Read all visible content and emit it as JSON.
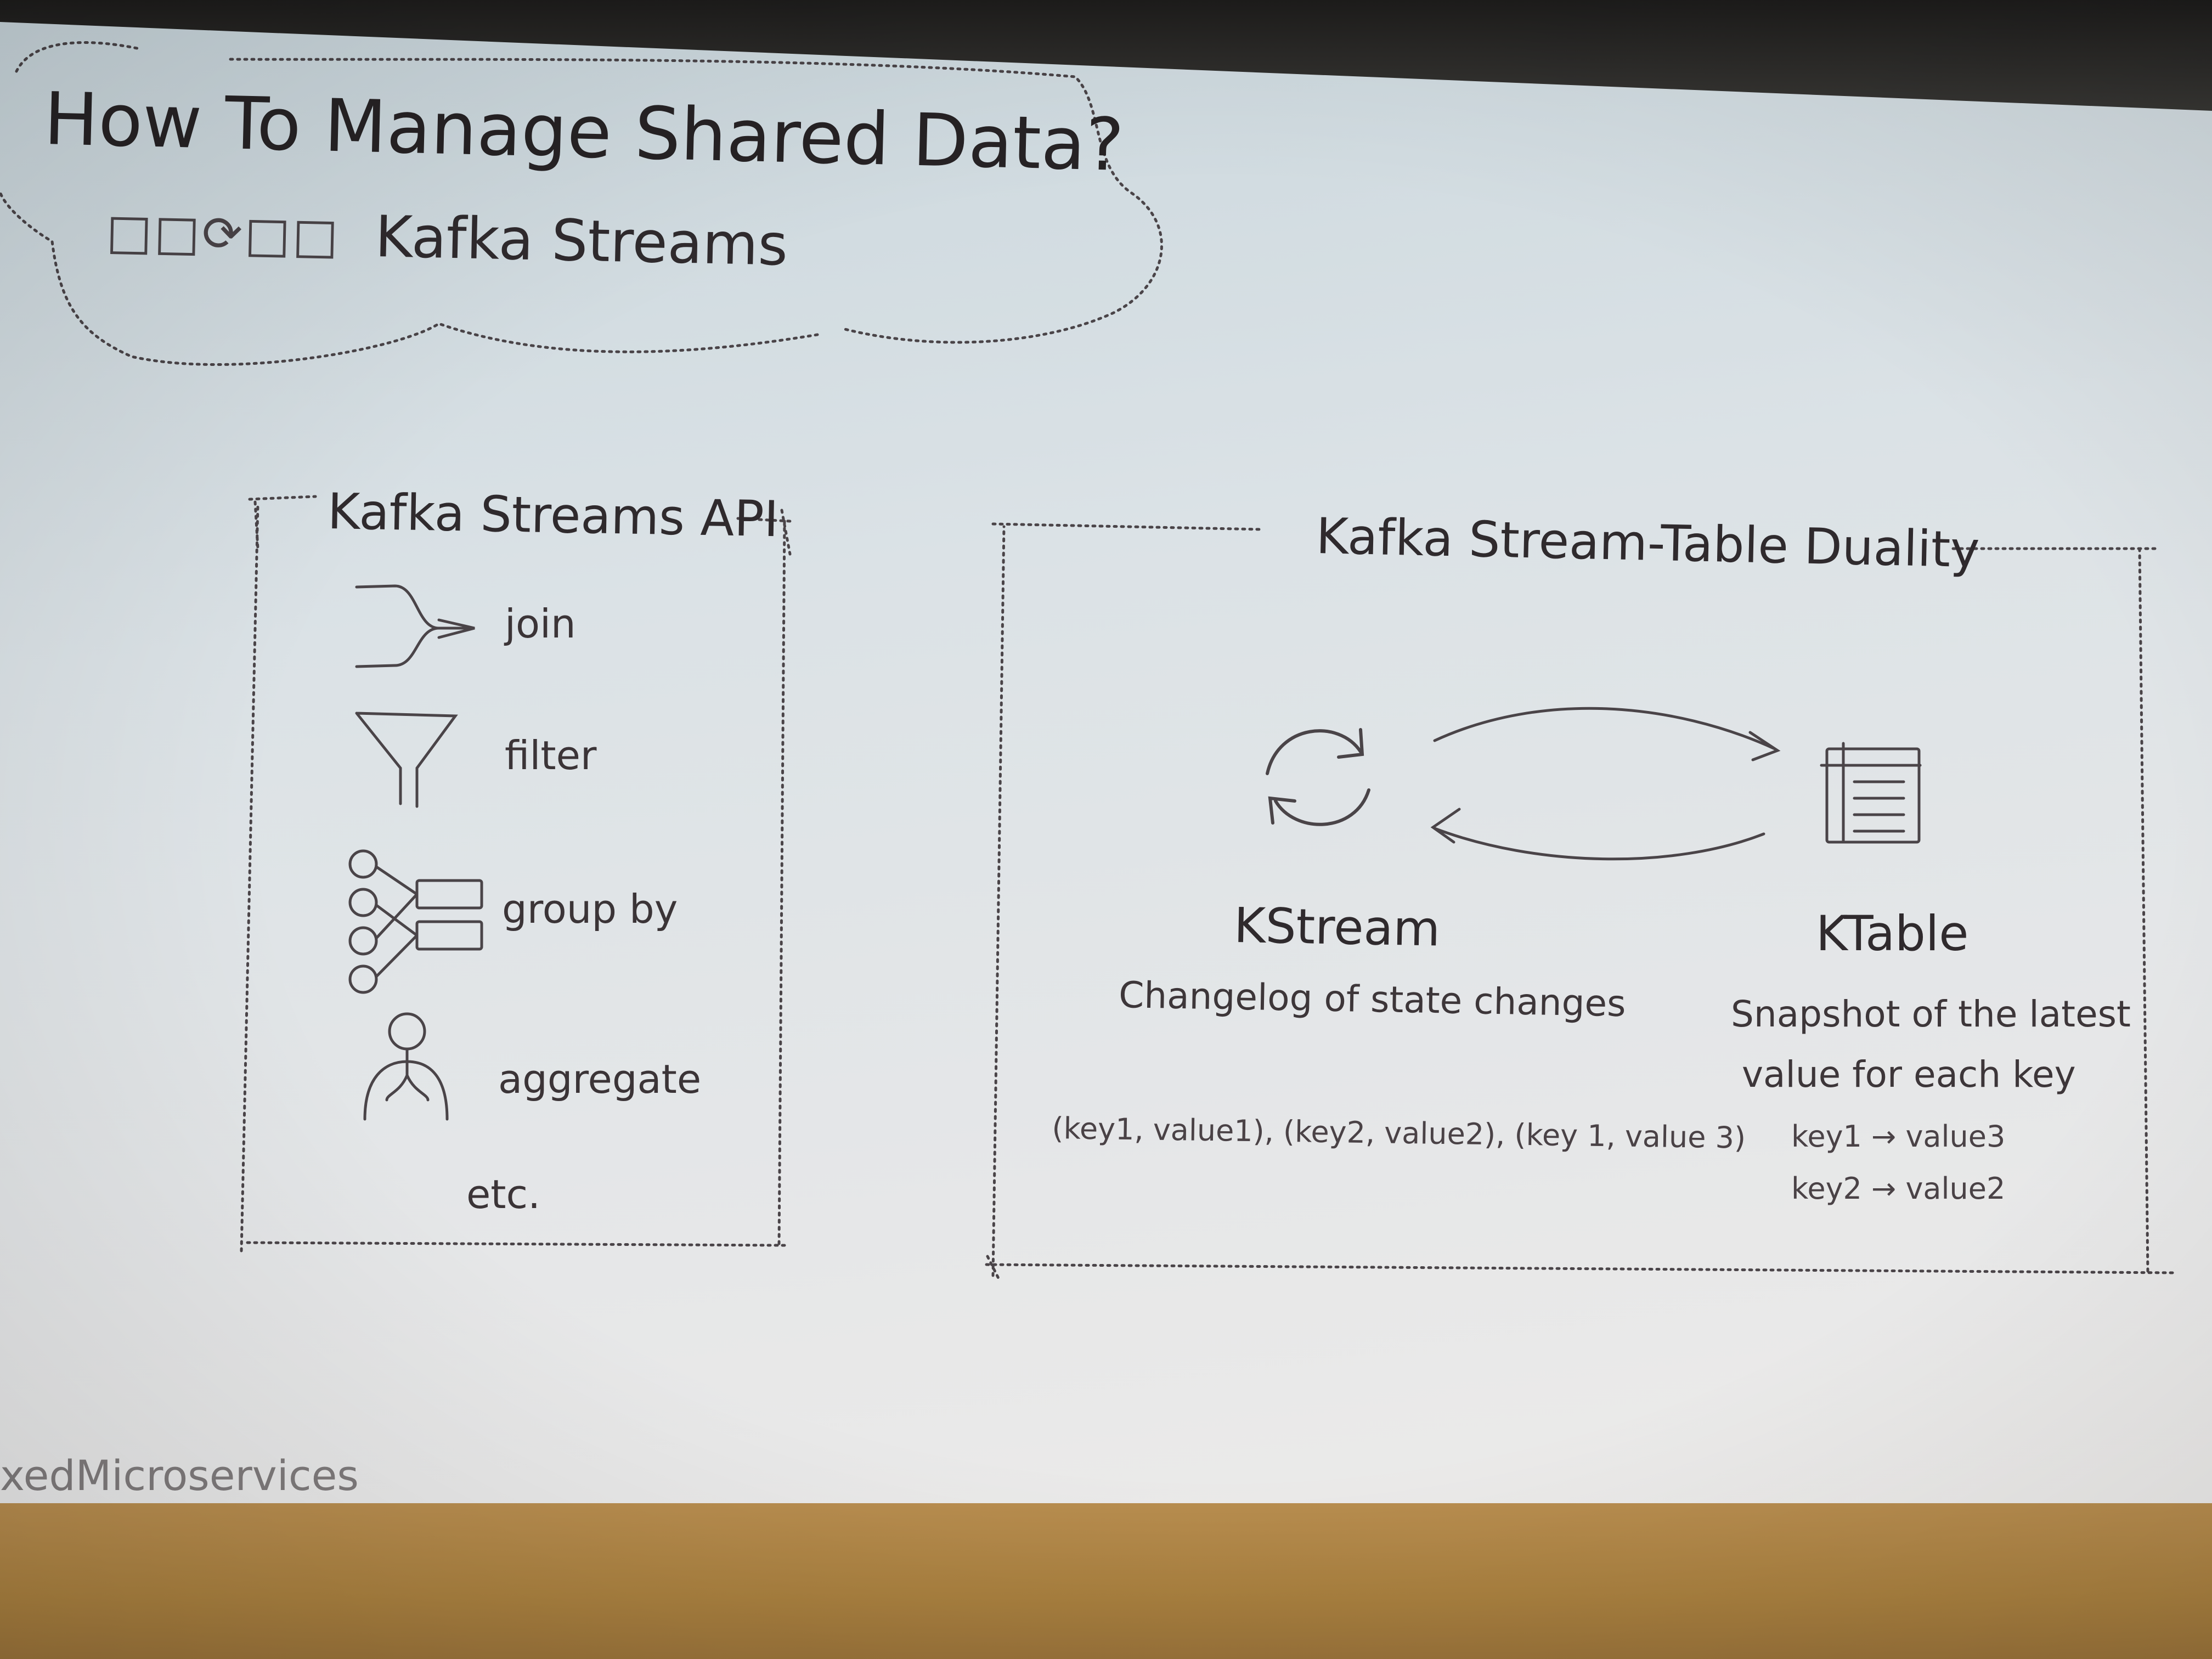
{
  "slide": {
    "title": "How To Manage Shared Data?",
    "subtitle": "Kafka Streams",
    "logo_glyphs": "□□⟳□□"
  },
  "api_box": {
    "title": "Kafka Streams API",
    "operations": [
      {
        "label": "join",
        "icon": "join-arrow-icon"
      },
      {
        "label": "filter",
        "icon": "funnel-icon"
      },
      {
        "label": "group by",
        "icon": "group-by-icon"
      },
      {
        "label": "aggregate",
        "icon": "aggregate-icon"
      }
    ],
    "etc_label": "etc."
  },
  "duality_box": {
    "title": "Kafka Stream-Table Duality",
    "kstream": {
      "name": "KStream",
      "description": "Changelog of state changes",
      "example": "(key1, value1), (key2, value2), (key 1, value 3)",
      "icon": "refresh-cycle-icon"
    },
    "ktable": {
      "name": "KTable",
      "description_line1": "Snapshot of the latest",
      "description_line2": "value for each key",
      "mappings": [
        "key1 → value3",
        "key2 → value2"
      ],
      "icon": "table-icon"
    }
  },
  "footer": {
    "hashtag": "xedMicroservices"
  },
  "colors": {
    "screen_top": "#c9d6dc",
    "screen_bottom": "#eeecea",
    "ink": "#2f2a2d",
    "floor": "#b88d4f"
  }
}
